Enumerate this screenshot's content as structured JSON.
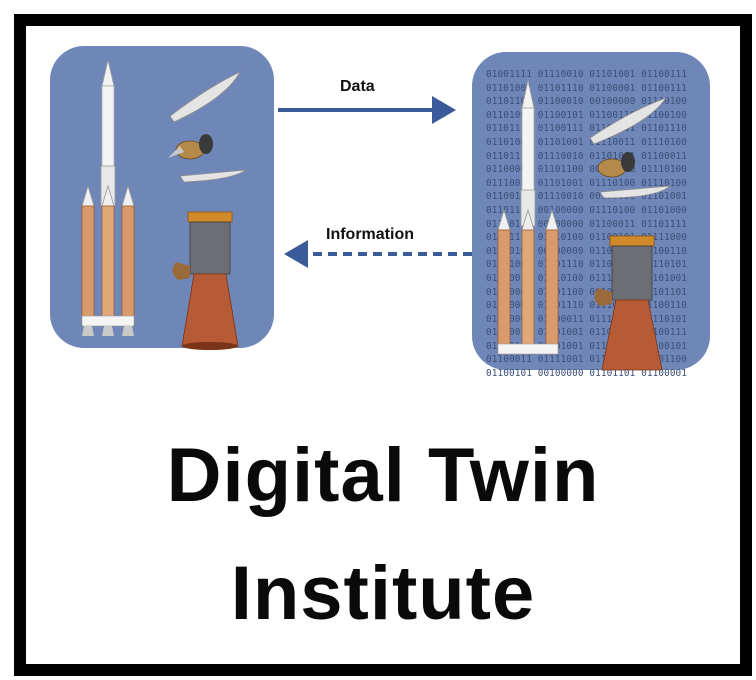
{
  "diagram": {
    "arrow_data_label": "Data",
    "arrow_info_label": "Information",
    "binary_lines": [
      "01001111 01110010 01101001 01100111",
      "01101001 01101110 01100001 01100111",
      "01101100 01100010 00100000 01110100",
      "01101000 01100101 01100110 01100100",
      "01101111 01100111 01100101 01101110",
      "01101000 01101001 01110011 01110100",
      "01101111 01110010 01101001 01100011",
      "01100001 01101100 00100000 01110100",
      "01110010 01101001 01110100 01110100",
      "01100101 01110010 00100000 01101001",
      "01101110 00100000 01110100 01101000",
      "01100101 00100000 01100011 01101111",
      "01101110 01110100 01100101 01111000",
      "01110100 00100000 01101111 01100110",
      "01101001 01101110 01100100 01110101",
      "01110011 01110100 01110010 01101001",
      "01100001 01101100 00100000 01101101",
      "01100001 01101110 01110101 01100110",
      "01100001 01100011 01110100 01110101",
      "01110010 01101001 01101110 01100111",
      "01101100 01101001 01100110 01100101",
      "01100011 01111001 01100011 01101100",
      "01100101 00100000 01101101 01100001"
    ]
  },
  "title": {
    "line1": "Digital Twin",
    "line2": "Institute"
  },
  "colors": {
    "panel": "#6f87b8",
    "arrow": "#3b5a9a",
    "border": "#000000"
  }
}
